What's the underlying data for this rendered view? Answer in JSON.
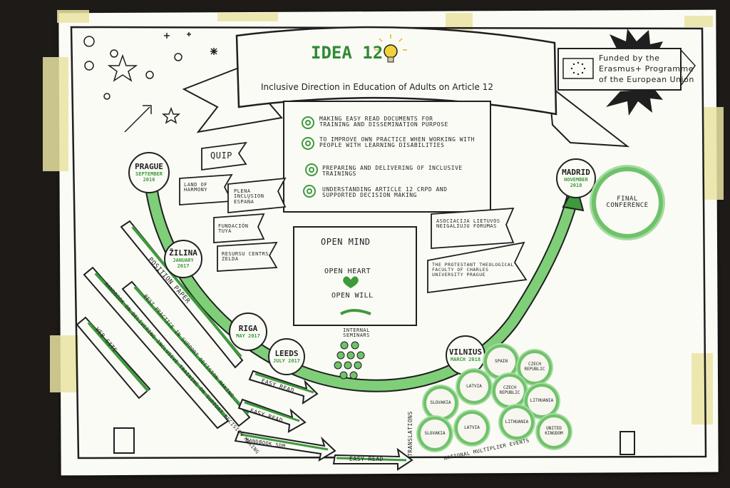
{
  "header": {
    "title": "IDEA 12",
    "subtitle": "Inclusive Direction in Education of Adults on Article 12"
  },
  "funding": {
    "text_line1": "Funded by the",
    "text_line2": "Erasmus+ Programme",
    "text_line3": "of the European Union"
  },
  "goals": [
    "Making EASY READ documents for training and dissemination purpose",
    "To IMPROVE own PRACTICE when working with people with learning disabilities",
    "Preparing and delivering of INCLUSIVE TRAININGS",
    "Understanding ARTICLE 12 CRPD and SUPPORTED DECISION MAKING"
  ],
  "partners": [
    "QUIP",
    "Land of Harmony",
    "Plena Inclusion España",
    "Fundación Tuya",
    "Resursu Centrs Zelda",
    "Asociacija Lietuvos Neigaliuju Forumas",
    "The Protestant Theological Faculty of Charles University Prague"
  ],
  "meetings": [
    {
      "city": "PRAGUE",
      "date": "SEPTEMBER 2016"
    },
    {
      "city": "ŽILINA",
      "date": "JANUARY 2017"
    },
    {
      "city": "RIGA",
      "date": "MAY 2017"
    },
    {
      "city": "LEEDS",
      "date": "JULY 2017"
    },
    {
      "city": "VILNIUS",
      "date": "MARCH 2018"
    },
    {
      "city": "MADRID",
      "date": "NOVEMBER 2018"
    }
  ],
  "final": "FINAL CONFERENCE",
  "values": [
    "OPEN MIND",
    "OPEN HEART",
    "OPEN WILL"
  ],
  "seminars": "INTERNAL SEMINARS",
  "outputs": {
    "position_paper": "POSITION PAPER",
    "best_practice": "BEST PRACTICE IN SUPPORT DECISION MAKING",
    "handbook": "HANDBOOK ON DELIVERING INCLUSIVE TRAINING ON SUPPORT DECISION MAKING",
    "web_site": "WEB SITE",
    "easy_read": "EASY READ",
    "handbook_sdm": "HANDBOOK SDM",
    "translations": "TRANSLATIONS"
  },
  "countries": [
    "SPAIN",
    "CZECH REPUBLIC",
    "LATVIA",
    "CZECH REPUBLIC",
    "LITHUANIA",
    "SLOVAKIA",
    "LITHUANIA",
    "LATVIA",
    "SLOVAKIA",
    "UNITED KINGDOM"
  ],
  "events": "NATIONAL MULTIPLIER EVENTS",
  "colors": {
    "accent": "#3f9a3c",
    "accent_light": "#8fd58a",
    "paper": "#fbfbf6",
    "ink": "#1f1f1f"
  }
}
